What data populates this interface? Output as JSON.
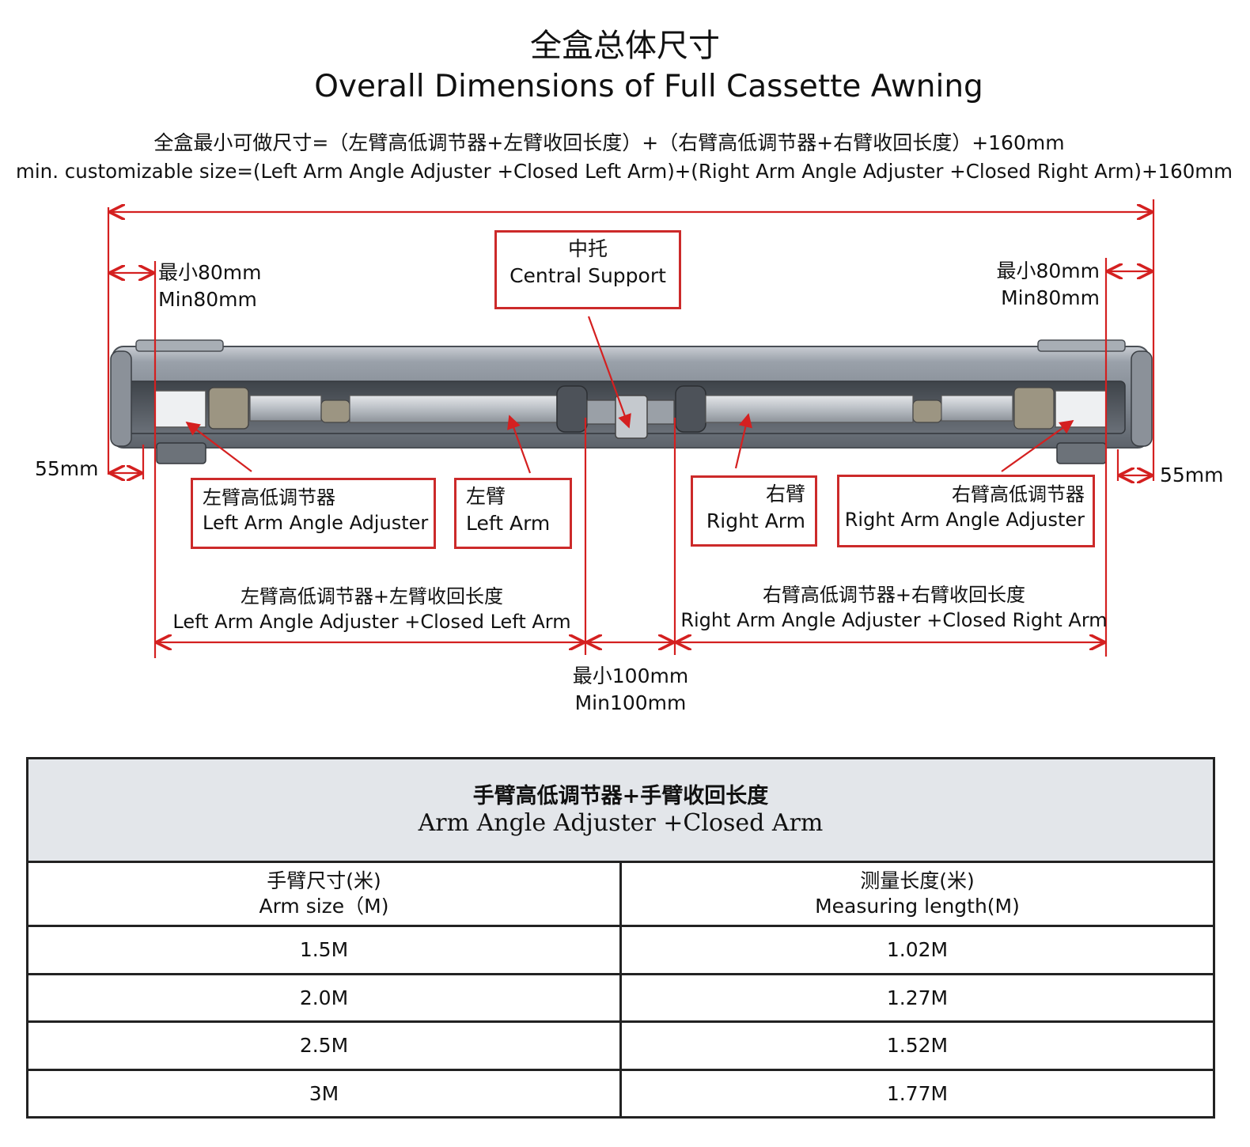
{
  "title": {
    "cn": "全盒总体尺寸",
    "en": "Overall Dimensions of Full Cassette Awning"
  },
  "formula": {
    "cn": "全盒最小可做尺寸=（左臂高低调节器+左臂收回长度）+（右臂高低调节器+右臂收回长度）+160mm",
    "en": "min. customizable size=(Left Arm Angle Adjuster +Closed Left Arm)+(Right Arm Angle Adjuster +Closed Right Arm)+160mm"
  },
  "dimensions": {
    "left_min_cn": "最小80mm",
    "left_min_en": "Min80mm",
    "right_min_cn": "最小80mm",
    "right_min_en": "Min80mm",
    "left_55": "55mm",
    "right_55": "55mm",
    "center_min_cn": "最小100mm",
    "center_min_en": "Min100mm",
    "left_span_cn": "左臂高低调节器+左臂收回长度",
    "left_span_en": "Left Arm Angle Adjuster +Closed Left Arm",
    "right_span_cn": "右臂高低调节器+右臂收回长度",
    "right_span_en": "Right Arm Angle Adjuster +Closed Right Arm"
  },
  "callouts": {
    "central_support": {
      "cn": "中托",
      "en": "Central Support"
    },
    "left_adjuster": {
      "cn": "左臂高低调节器",
      "en": "Left Arm Angle Adjuster"
    },
    "left_arm": {
      "cn": "左臂",
      "en": "Left Arm"
    },
    "right_arm": {
      "cn": "右臂",
      "en": "Right Arm"
    },
    "right_adjuster": {
      "cn": "右臂高低调节器",
      "en": "Right Arm Angle Adjuster"
    }
  },
  "colors": {
    "dimension_red": "#d42020",
    "callout_border": "#cc2a2a",
    "cassette_gray": "#8a9099",
    "table_header_bg": "#e3e6ea"
  },
  "table": {
    "title_cn": "手臂高低调节器+手臂收回长度",
    "title_en": "Arm Angle Adjuster +Closed Arm",
    "col1_cn": "手臂尺寸(米)",
    "col1_en": "Arm size（M)",
    "col2_cn": "测量长度(米)",
    "col2_en": "Measuring length(M)",
    "rows": [
      {
        "arm_size": "1.5M",
        "measuring_length": "1.02M"
      },
      {
        "arm_size": "2.0M",
        "measuring_length": "1.27M"
      },
      {
        "arm_size": "2.5M",
        "measuring_length": "1.52M"
      },
      {
        "arm_size": "3M",
        "measuring_length": "1.77M"
      }
    ]
  }
}
